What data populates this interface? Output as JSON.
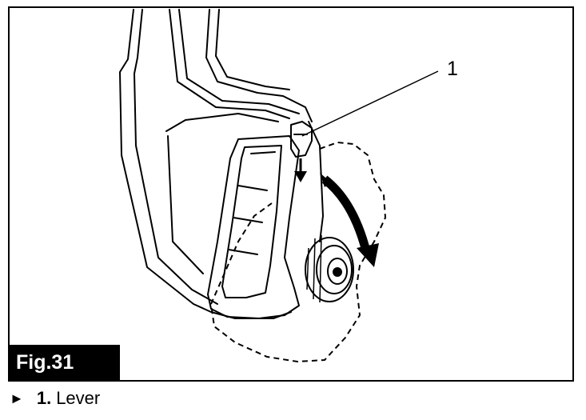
{
  "figure": {
    "label": "Fig.31",
    "callouts": [
      {
        "number": "1",
        "text": "Lever"
      }
    ]
  },
  "legend": {
    "marker": "►",
    "number": "1.",
    "text": "Lever"
  },
  "colors": {
    "ink": "#000000",
    "background": "#ffffff",
    "label_background": "#000000",
    "label_text": "#ffffff"
  }
}
